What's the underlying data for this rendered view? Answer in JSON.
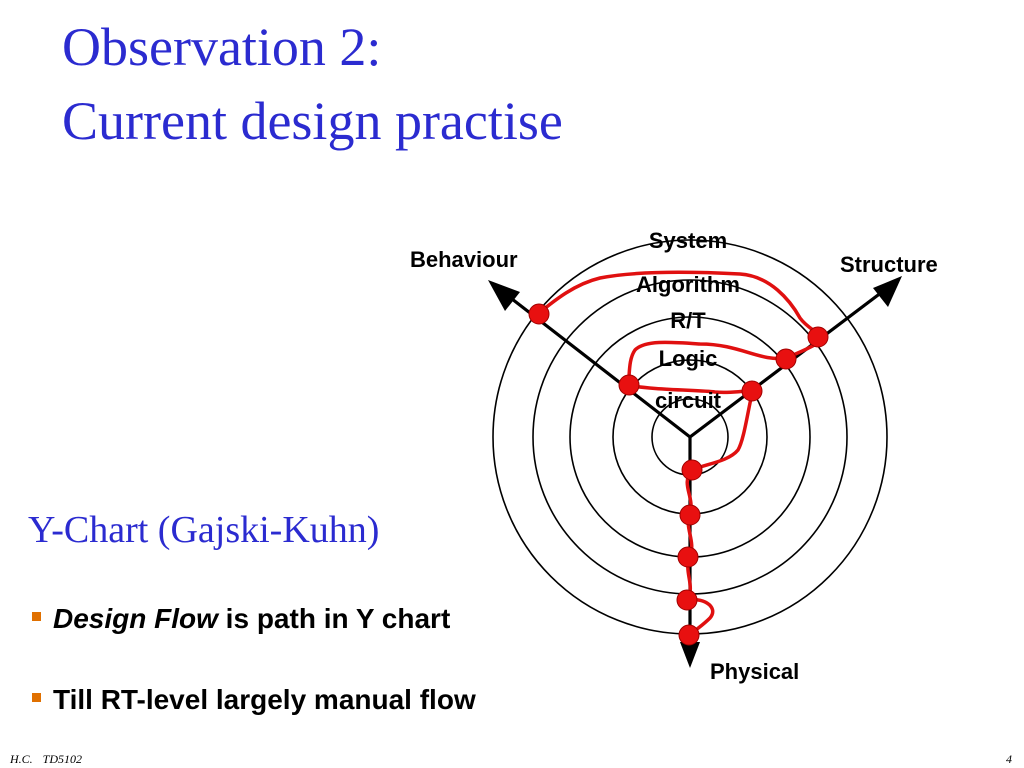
{
  "slide": {
    "title_line1": "Observation 2:",
    "title_line2": "Current design practise",
    "subheading": "Y-Chart (Gajski-Kuhn)",
    "bullets": [
      {
        "emph": "Design Flow",
        "rest": " is path in Y chart"
      },
      {
        "text": "Till RT-level largely manual flow"
      }
    ],
    "footer": {
      "author": "H.C.",
      "course": "TD5102",
      "page": "4"
    }
  },
  "diagram": {
    "axis_labels": {
      "behaviour": "Behaviour",
      "structure": "Structure",
      "physical": "Physical"
    },
    "levels": [
      "System",
      "Algorithm",
      "R/T",
      "Logic",
      "circuit"
    ]
  },
  "colors": {
    "title": "#2b2bd0",
    "bullet_marker": "#e07000",
    "flow_path": "#e01010",
    "node": "#e81010"
  }
}
